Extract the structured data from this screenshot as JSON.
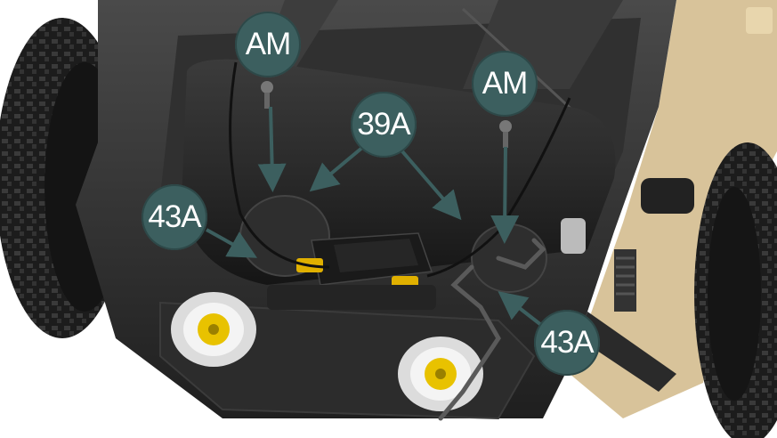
{
  "callouts": {
    "am_left": {
      "label": "AM"
    },
    "am_right": {
      "label": "AM"
    },
    "c39a": {
      "label": "39A"
    },
    "c43a_left": {
      "label": "43A"
    },
    "c43a_right": {
      "label": "43A"
    }
  },
  "colors": {
    "callout_fill": "#3c5f5f",
    "callout_text": "#ffffff",
    "chassis": "#2b2b2b",
    "tire": "#1e1e1e",
    "wheel_hub": "#e8c200",
    "bracket": "#e0b000",
    "cradle": "#d8c39a"
  }
}
